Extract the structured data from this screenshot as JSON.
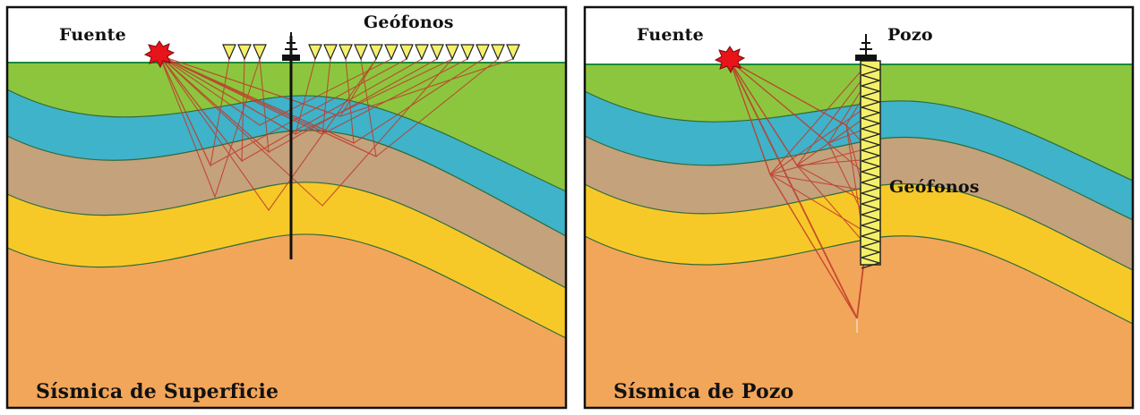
{
  "panels": [
    {
      "id": "surface",
      "source_label": "Fuente",
      "receivers_label": "Geófonos",
      "caption": "Sísmica de Superficie"
    },
    {
      "id": "borehole",
      "source_label": "Fuente",
      "well_label": "Pozo",
      "receivers_label": "Geófonos",
      "caption": "Sísmica de Pozo"
    }
  ],
  "colors": {
    "green": "#8cc63f",
    "blue": "#3fb3c9",
    "tan": "#c4a27c",
    "yellow": "#f7c928",
    "orange": "#f2a65a",
    "ray": "#c0392b",
    "source": "#e8141a",
    "geophone": "#f4f06a",
    "frame": "#111111",
    "ground_line": "#1a8a3a"
  }
}
